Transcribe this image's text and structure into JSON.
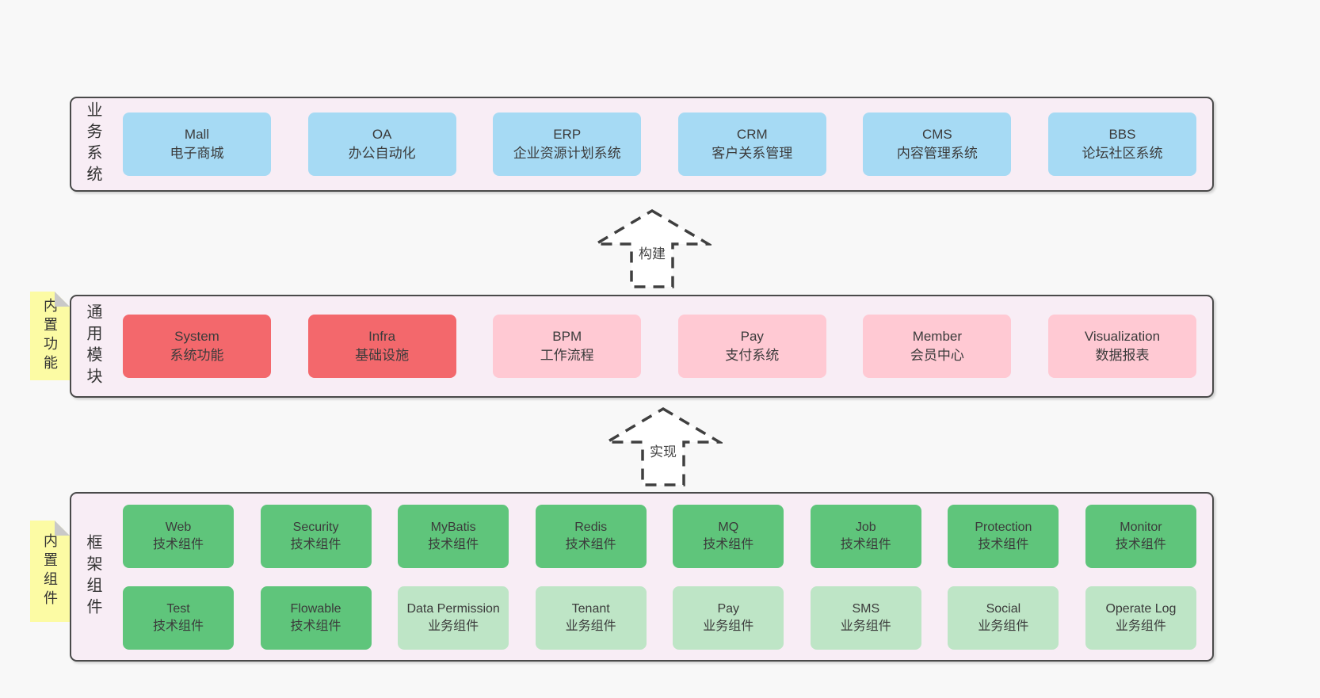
{
  "business": {
    "label": "业务系统",
    "boxes": [
      {
        "name": "Mall",
        "desc": "电子商城",
        "variant": "blue"
      },
      {
        "name": "OA",
        "desc": "办公自动化",
        "variant": "blue"
      },
      {
        "name": "ERP",
        "desc": "企业资源计划系统",
        "variant": "blue"
      },
      {
        "name": "CRM",
        "desc": "客户关系管理",
        "variant": "blue"
      },
      {
        "name": "CMS",
        "desc": "内容管理系统",
        "variant": "blue"
      },
      {
        "name": "BBS",
        "desc": "论坛社区系统",
        "variant": "blue"
      }
    ]
  },
  "common": {
    "label": "通用模块",
    "note": "内置功能",
    "boxes": [
      {
        "name": "System",
        "desc": "系统功能",
        "variant": "red"
      },
      {
        "name": "Infra",
        "desc": "基础设施",
        "variant": "red"
      },
      {
        "name": "BPM",
        "desc": "工作流程",
        "variant": "pink"
      },
      {
        "name": "Pay",
        "desc": "支付系统",
        "variant": "pink"
      },
      {
        "name": "Member",
        "desc": "会员中心",
        "variant": "pink"
      },
      {
        "name": "Visualization",
        "desc": "数据报表",
        "variant": "pink"
      }
    ]
  },
  "framework": {
    "label": "框架组件",
    "note": "内置组件",
    "row1": [
      {
        "name": "Web",
        "desc": "技术组件",
        "variant": "green"
      },
      {
        "name": "Security",
        "desc": "技术组件",
        "variant": "green"
      },
      {
        "name": "MyBatis",
        "desc": "技术组件",
        "variant": "green"
      },
      {
        "name": "Redis",
        "desc": "技术组件",
        "variant": "green"
      },
      {
        "name": "MQ",
        "desc": "技术组件",
        "variant": "green"
      },
      {
        "name": "Job",
        "desc": "技术组件",
        "variant": "green"
      },
      {
        "name": "Protection",
        "desc": "技术组件",
        "variant": "green"
      },
      {
        "name": "Monitor",
        "desc": "技术组件",
        "variant": "green"
      }
    ],
    "row2": [
      {
        "name": "Test",
        "desc": "技术组件",
        "variant": "green"
      },
      {
        "name": "Flowable",
        "desc": "技术组件",
        "variant": "green"
      },
      {
        "name": "Data Permission",
        "desc": "业务组件",
        "variant": "lightgreen"
      },
      {
        "name": "Tenant",
        "desc": "业务组件",
        "variant": "lightgreen"
      },
      {
        "name": "Pay",
        "desc": "业务组件",
        "variant": "lightgreen"
      },
      {
        "name": "SMS",
        "desc": "业务组件",
        "variant": "lightgreen"
      },
      {
        "name": "Social",
        "desc": "业务组件",
        "variant": "lightgreen"
      },
      {
        "name": "Operate Log",
        "desc": "业务组件",
        "variant": "lightgreen"
      }
    ]
  },
  "arrows": {
    "build": "构建",
    "implement": "实现"
  },
  "colors": {
    "page_bg": "#f8f8f8",
    "section_bg": "#f8edf5",
    "section_border": "#4a4a4a",
    "box_blue": "#a6daf4",
    "box_red": "#f3686c",
    "box_pink": "#ffc9d3",
    "box_green": "#5fc57b",
    "box_light_green": "#bee5c6",
    "note_yellow": "#fcfba4",
    "note_fold_gray": "#c9c9c9",
    "text": "#3b3b3b"
  }
}
